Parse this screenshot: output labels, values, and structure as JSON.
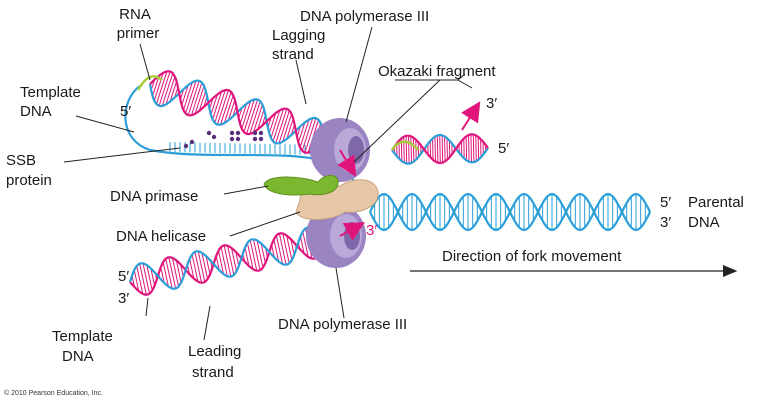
{
  "labels": {
    "rna_primer_1": "RNA",
    "rna_primer_2": "primer",
    "dna_pol3_top": "DNA polymerase III",
    "lagging_1": "Lagging",
    "lagging_2": "strand",
    "okazaki": "Okazaki fragment",
    "template_top_1": "Template",
    "template_top_2": "DNA",
    "five_prime_loop": "5′",
    "three_prime_okazaki": "3′",
    "five_prime_okazaki": "5′",
    "ssb_1": "SSB",
    "ssb_2": "protein",
    "dna_primase": "DNA primase",
    "dna_helicase": "DNA helicase",
    "parental_five": "5′",
    "parental_three": "3′",
    "parental_1": "Parental",
    "parental_2": "DNA",
    "leading_three_prime": "3′",
    "direction": "Direction of fork movement",
    "leading_five": "5′",
    "leading_three": "3′",
    "template_bottom_1": "Template",
    "template_bottom_2": "DNA",
    "leading_1": "Leading",
    "leading_2": "strand",
    "dna_pol3_bottom": "DNA polymerase III",
    "copyright": "© 2010 Pearson Education, Inc."
  },
  "colors": {
    "template_strand": "#2a9ed6",
    "new_strand": "#e0157b",
    "primer": "#a8cc3a",
    "polymerase": "#9a84c2",
    "primase": "#7cb82f",
    "helicase": "#e6c8a8",
    "ssb": "#5a2f7a"
  }
}
